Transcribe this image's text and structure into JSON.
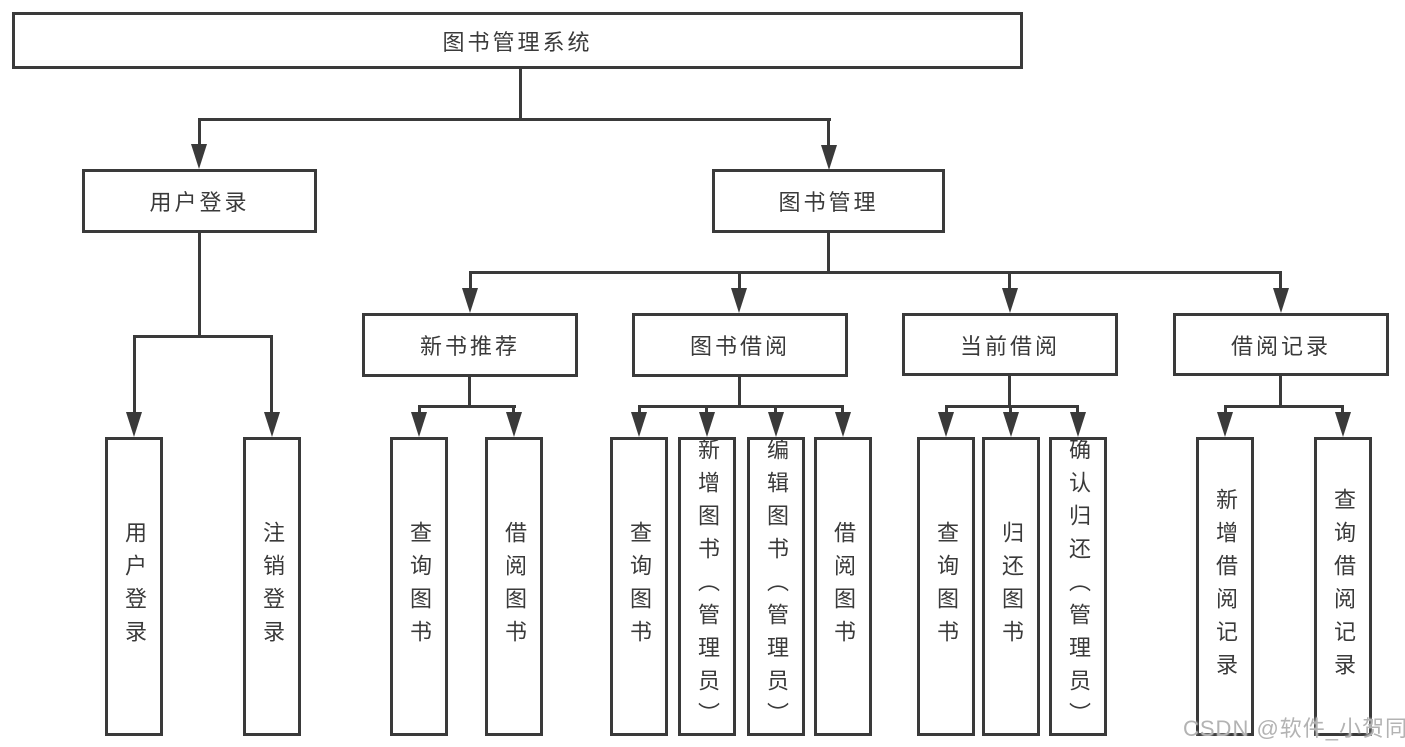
{
  "tree": {
    "root": {
      "label": "图书管理系统",
      "children": [
        {
          "label": "用户登录",
          "children": [
            {
              "label": "用户登录"
            },
            {
              "label": "注销登录"
            }
          ]
        },
        {
          "label": "图书管理",
          "children": [
            {
              "label": "新书推荐",
              "children": [
                {
                  "label": "查询图书"
                },
                {
                  "label": "借阅图书"
                }
              ]
            },
            {
              "label": "图书借阅",
              "children": [
                {
                  "label": "查询图书"
                },
                {
                  "label": "新增图书（管理员）"
                },
                {
                  "label": "编辑图书（管理员）"
                },
                {
                  "label": "借阅图书"
                }
              ]
            },
            {
              "label": "当前借阅",
              "children": [
                {
                  "label": "查询图书"
                },
                {
                  "label": "归还图书"
                },
                {
                  "label": "确认归还（管理员）"
                }
              ]
            },
            {
              "label": "借阅记录",
              "children": [
                {
                  "label": "新增借阅记录"
                },
                {
                  "label": "查询借阅记录"
                }
              ]
            }
          ]
        }
      ]
    }
  },
  "watermark": {
    "text": "CSDN @软件_小贺同学"
  },
  "colors": {
    "line": "#3a3a3a",
    "text": "#3a3a3a",
    "watermark": "#b3b3b3",
    "background": "#ffffff"
  }
}
